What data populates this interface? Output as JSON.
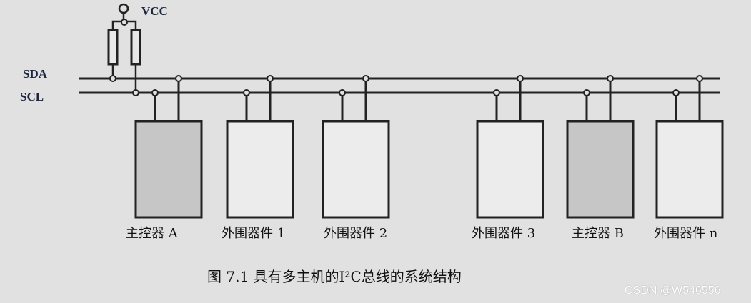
{
  "supply_label": "VCC",
  "bus_lines": {
    "sda": "SDA",
    "scl": "SCL"
  },
  "devices": [
    {
      "label": "主控器 A",
      "type": "master",
      "fill": "#c6c6c6"
    },
    {
      "label": "外围器件 1",
      "type": "peripheral",
      "fill": "#ececec"
    },
    {
      "label": "外围器件 2",
      "type": "peripheral",
      "fill": "#ececec"
    },
    {
      "label": "外围器件 3",
      "type": "peripheral",
      "fill": "#ececec"
    },
    {
      "label": "主控器 B",
      "type": "master",
      "fill": "#c6c6c6"
    },
    {
      "label": "外围器件 n",
      "type": "peripheral",
      "fill": "#ececec"
    }
  ],
  "caption": "图 7.1   具有多主机的I²C总线的系统结构",
  "watermark": "CSDN @W546556"
}
